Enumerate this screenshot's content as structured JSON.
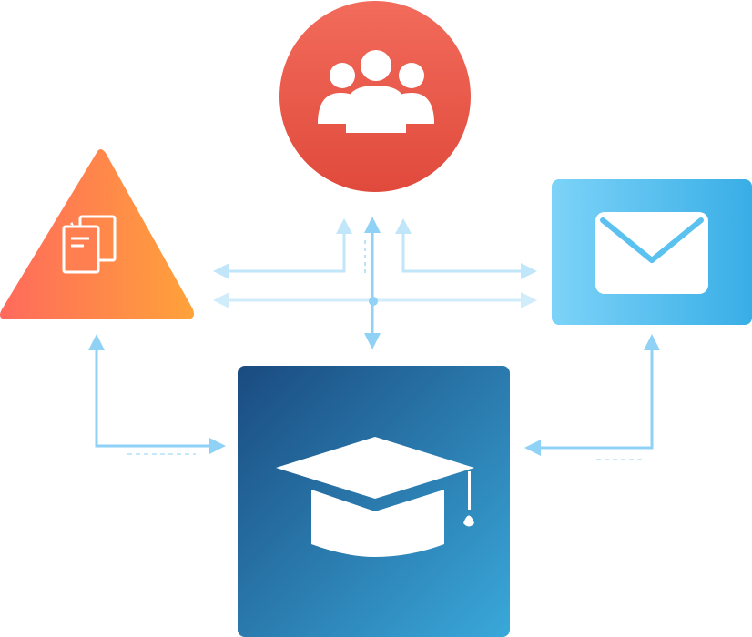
{
  "diagram": {
    "nodes": [
      {
        "id": "users",
        "shape": "circle",
        "icon": "users-group-icon",
        "colors": [
          "#f26b5b",
          "#e04a3c"
        ]
      },
      {
        "id": "documents",
        "shape": "triangle",
        "icon": "documents-icon",
        "colors": [
          "#ff6a5c",
          "#ffa23a"
        ]
      },
      {
        "id": "email",
        "shape": "rounded-square",
        "icon": "envelope-icon",
        "colors": [
          "#7dd3f8",
          "#38aee6"
        ]
      },
      {
        "id": "education",
        "shape": "rounded-square",
        "icon": "graduation-cap-icon",
        "colors": [
          "#1a4b80",
          "#3aa8da"
        ]
      }
    ],
    "connectors": [
      {
        "from": "education",
        "to": "users",
        "arrows": "both"
      },
      {
        "from": "documents",
        "to": "education",
        "arrows": "both"
      },
      {
        "from": "email",
        "to": "education",
        "arrows": "both"
      },
      {
        "from": "users",
        "to": "documents",
        "arrows": "to"
      },
      {
        "from": "users",
        "to": "email",
        "arrows": "to"
      },
      {
        "from": "documents",
        "to": "email",
        "arrows": "both"
      }
    ],
    "connector_color": "#8fd2f5"
  }
}
